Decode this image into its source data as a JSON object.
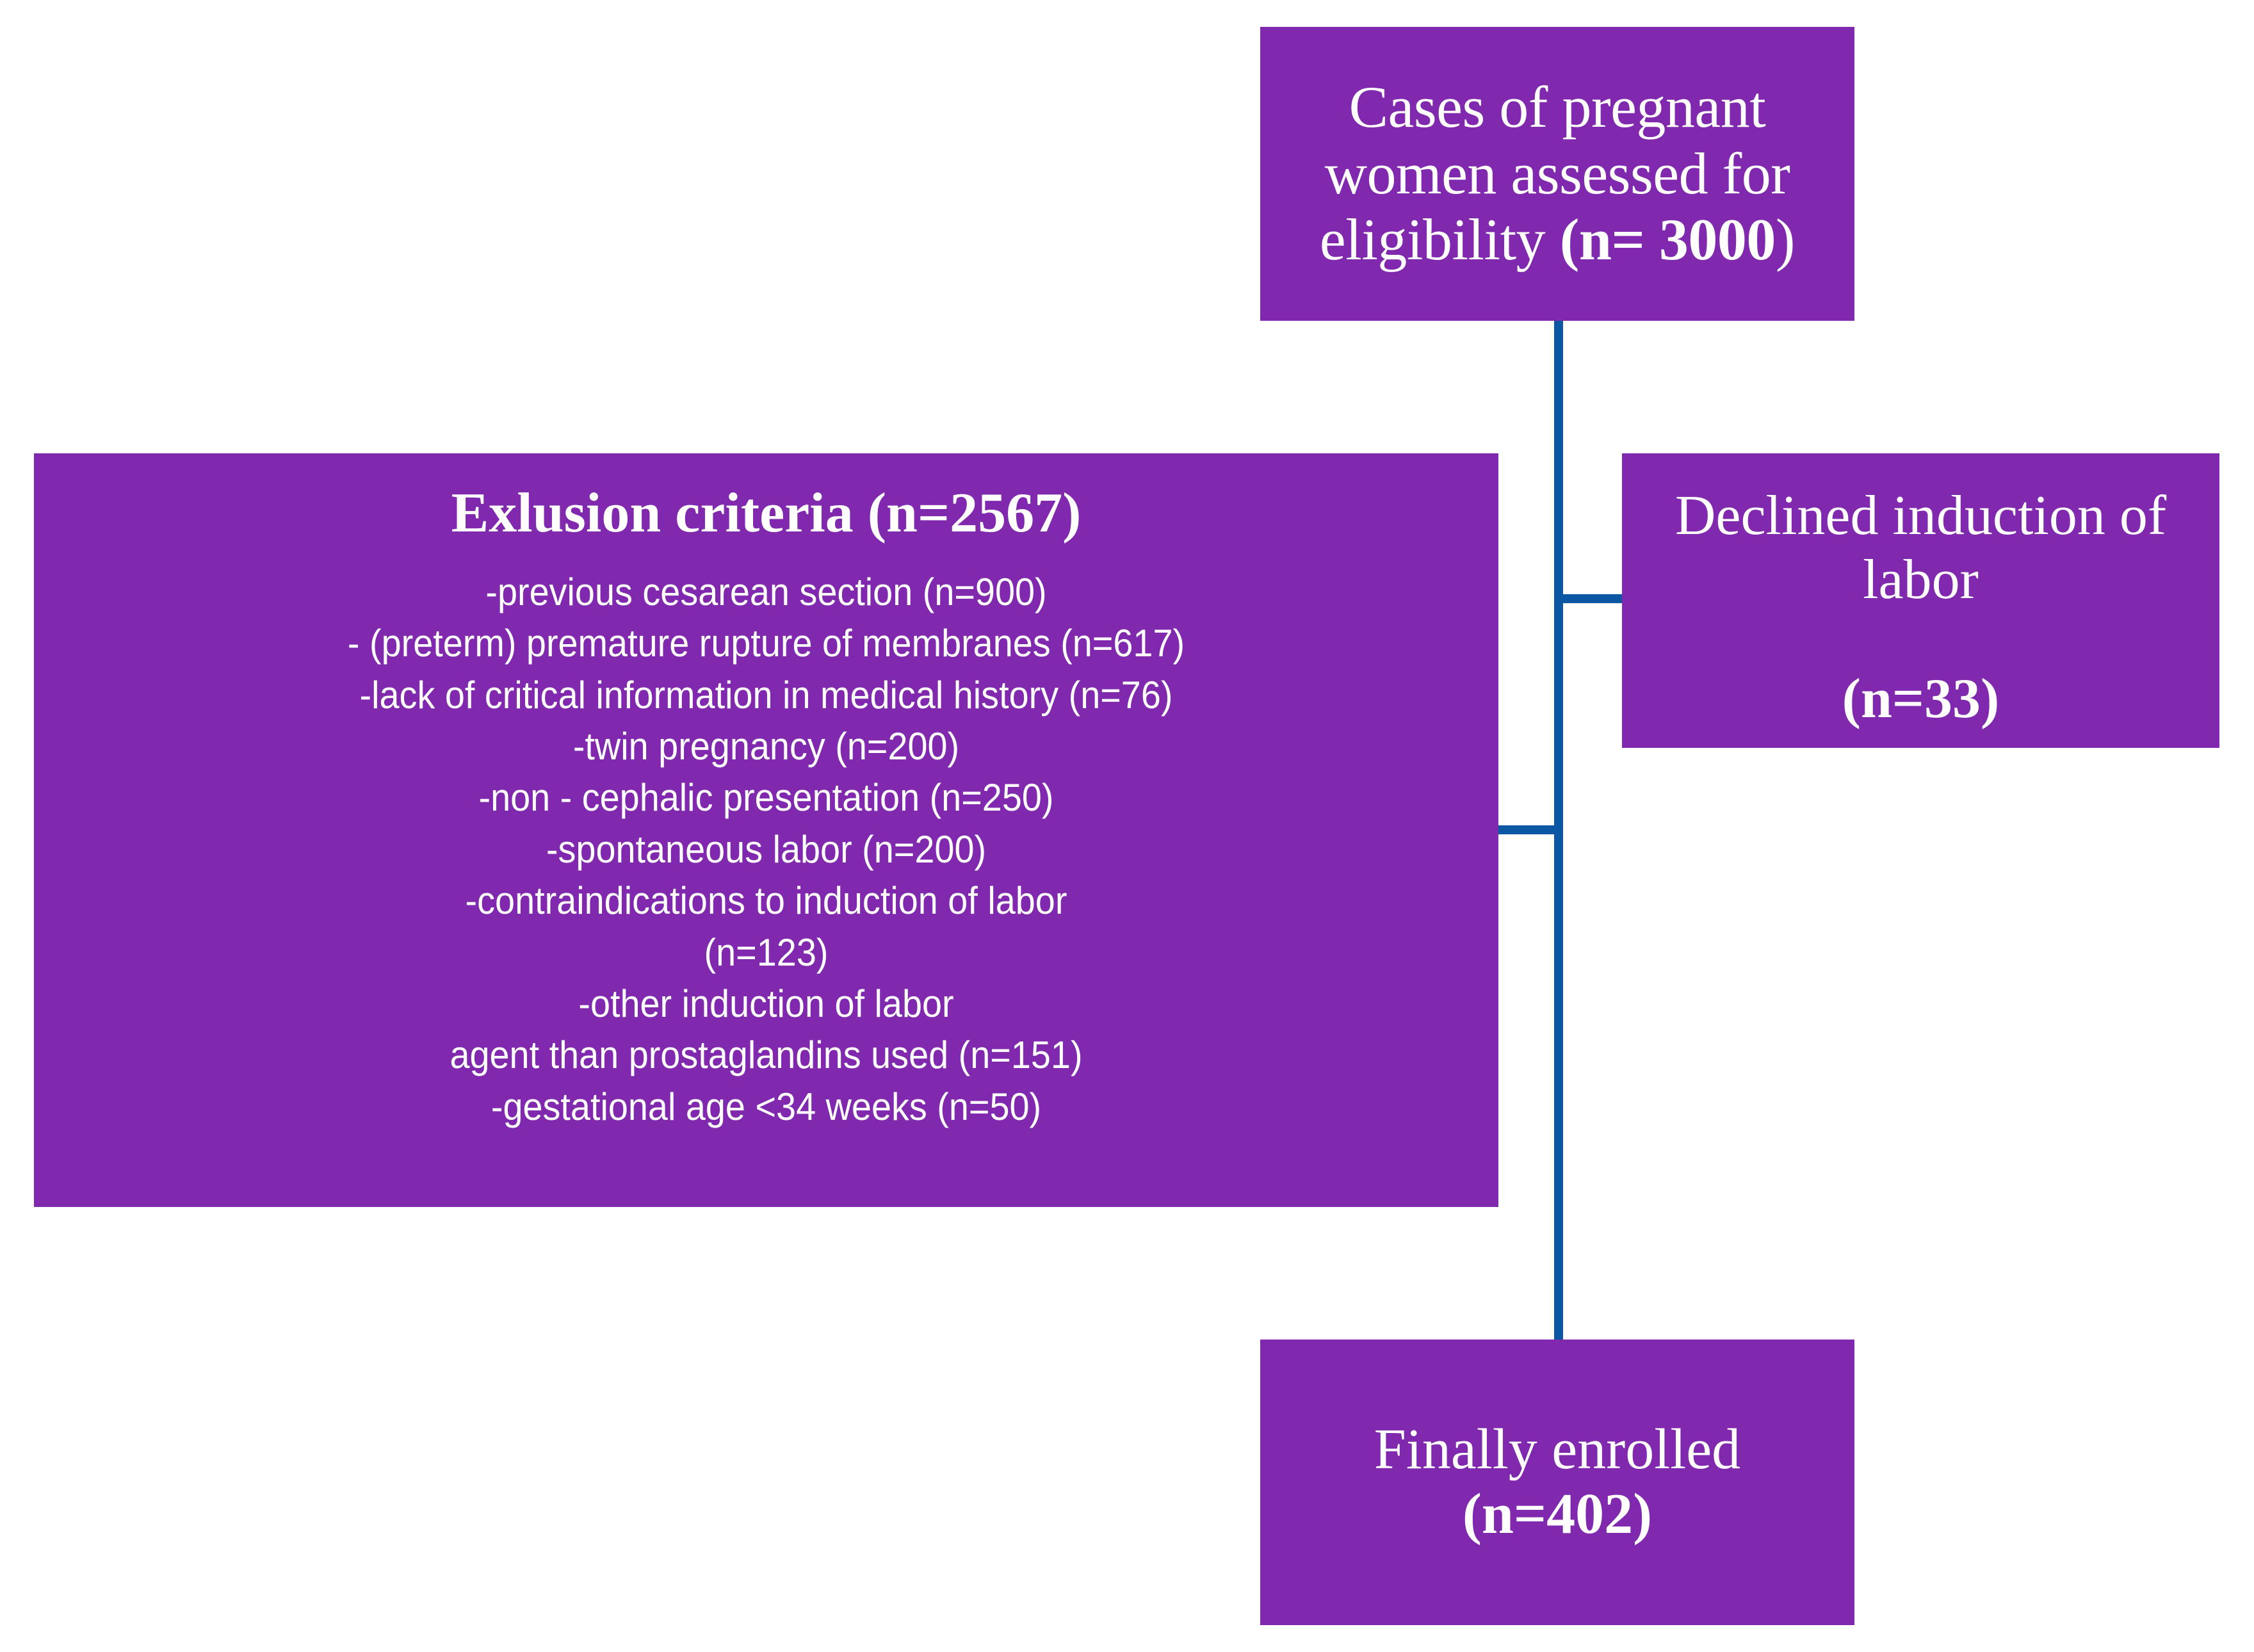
{
  "theme": {
    "box_fill": "#8028AE",
    "box_text": "#FFFFFF",
    "connector": "#0B57A4",
    "background": "#FFFFFF"
  },
  "flowchart": {
    "assessed": {
      "line1": "Cases of pregnant",
      "line2": "women assessed for",
      "line3_prefix": "eligibility ",
      "line3_open": "(n= 3000",
      "line3_close": ")"
    },
    "exclusion": {
      "title": "Exlusion criteria (n=2567)",
      "items": [
        "-previous cesarean section (n=900)",
        "- (preterm) premature rupture of membranes (n=617)",
        "-lack of critical information in medical history (n=76)",
        "-twin pregnancy (n=200)",
        "-non - cephalic presentation (n=250)",
        "-spontaneous labor (n=200)",
        "-contraindications to induction of labor",
        "(n=123)",
        "-other induction of labor",
        "agent than prostaglandins used (n=151)",
        "-gestational age <34 weeks (n=50)"
      ]
    },
    "declined": {
      "line1": "Declined induction of",
      "line2": "labor",
      "count": "(n=33)"
    },
    "enrolled": {
      "line1": "Finally enrolled",
      "count": "(n=402)"
    }
  }
}
